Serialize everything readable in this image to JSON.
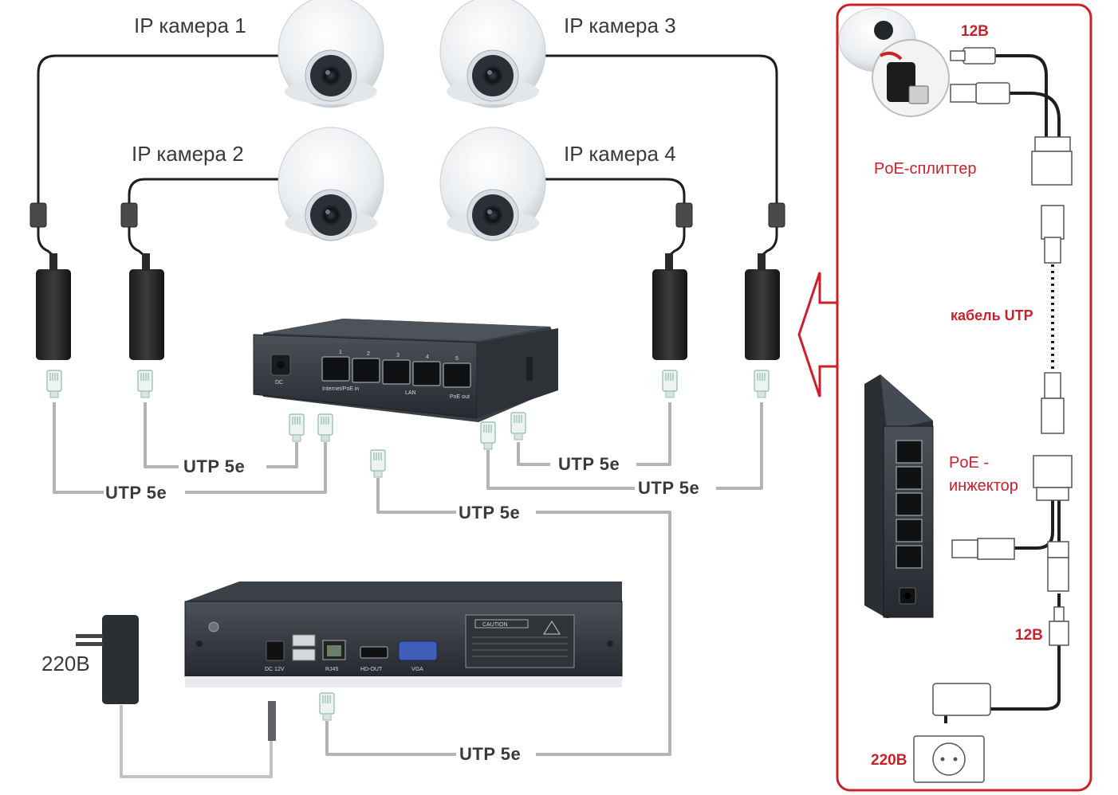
{
  "cameras": [
    {
      "label": "IP камера 1"
    },
    {
      "label": "IP камера 2"
    },
    {
      "label": "IP камера 3"
    },
    {
      "label": "IP камера 4"
    }
  ],
  "cables": {
    "utp": "UTP 5e"
  },
  "power": {
    "mains": "220В"
  },
  "switch": {
    "port_numbers": [
      "1",
      "2",
      "3",
      "4",
      "5"
    ],
    "ports_caption": "Internet/PoE in",
    "lan_caption": "LAN",
    "poe_out_caption": "PoE out",
    "dc_caption": "DC"
  },
  "nvr": {
    "caution": "CAUTION",
    "rj45": "RJ45",
    "hdout": "HD-OUT",
    "vga": "VGA",
    "dc12": "DC 12V"
  },
  "inset": {
    "voltage_top": "12В",
    "splitter": "PoE-сплиттер",
    "cable": "кабель UTP",
    "injector_line1": "PoE -",
    "injector_line2": "инжектор",
    "voltage_bottom": "12В",
    "mains": "220В"
  },
  "colors": {
    "accent_red": "#cc1f2a",
    "device_dark": "#2b2f34",
    "cable_gray": "#b4b4b4",
    "cable_black": "#1e1e1e"
  }
}
